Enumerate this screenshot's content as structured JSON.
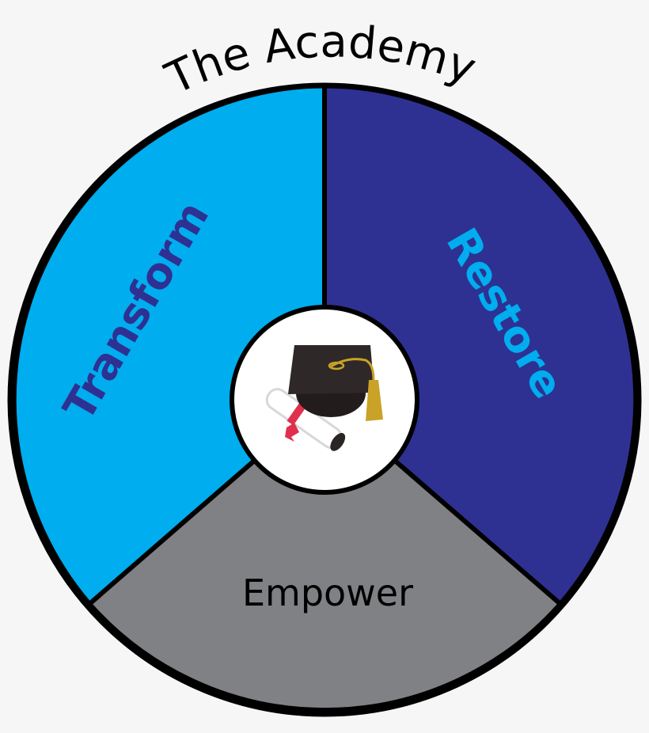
{
  "title": "The Academy",
  "segments": [
    {
      "id": "transform",
      "label": "Transform",
      "fill": "#00adee",
      "text_color": "#2e3192"
    },
    {
      "id": "restore",
      "label": "Restore",
      "fill": "#2e3192",
      "text_color": "#00adee"
    },
    {
      "id": "empower",
      "label": "Empower",
      "fill": "#808184",
      "text_color": "#000000"
    }
  ],
  "center": {
    "icon": "graduation-cap-and-diploma-icon",
    "background": "#ffffff"
  },
  "colors": {
    "background": "#f6f6f6",
    "outline": "#000000"
  }
}
